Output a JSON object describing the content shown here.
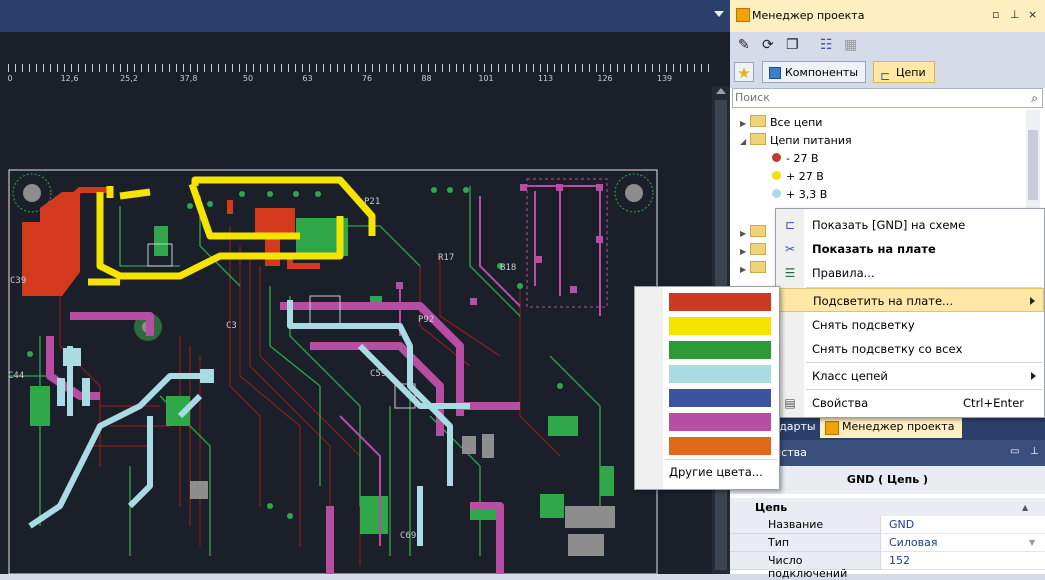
{
  "ruler": {
    "labels": [
      "0",
      "12,6",
      "25,2",
      "37,8",
      "50",
      "63",
      "76",
      "88",
      "101",
      "113",
      "126",
      "139"
    ]
  },
  "board_labels": [
    "С39",
    "С44",
    "Р21",
    "R17",
    "В18",
    "Р92",
    "С69",
    "С59",
    "С3"
  ],
  "panel": {
    "title": "Менеджер проекта",
    "window_buttons": [
      "▫",
      "⊥",
      "×"
    ],
    "toolbar_icons": [
      "pencil-icon",
      "refresh-icon",
      "copy-icon",
      "tree-icon",
      "grid-icon"
    ],
    "tabs": {
      "favorites_icon": "★",
      "components": "Компоненты",
      "nets": "Цепи"
    },
    "search_placeholder": "Поиск",
    "tree": [
      {
        "label": "Все цепи",
        "kind": "folder",
        "expanded": false
      },
      {
        "label": "Цепи питания",
        "kind": "folder",
        "expanded": true
      },
      {
        "label": "- 27 В",
        "kind": "net",
        "color": "#c0392b"
      },
      {
        "label": "+ 27 В",
        "kind": "net",
        "color": "#f1e300"
      },
      {
        "label": "+ 3,3 В",
        "kind": "net",
        "color": "#a9dbe4"
      }
    ],
    "bottom_tabs": {
      "left_partial": "ндарты",
      "active": "Менеджер проекта"
    },
    "props": {
      "header_partial": "йства",
      "title": "GND ( Цепь )",
      "category": "Цепь",
      "rows": [
        {
          "key": "Название",
          "value": "GND"
        },
        {
          "key": "Тип",
          "value": "Силовая"
        },
        {
          "key": "Число подключений",
          "value": "152"
        }
      ]
    }
  },
  "context_menu": {
    "items": [
      {
        "label": "Показать [GND] на схеме",
        "icon": "schematic-icon"
      },
      {
        "label": "Показать на плате",
        "icon": "board-icon",
        "bold": true
      },
      {
        "label": "Правила...",
        "icon": "rules-icon"
      },
      {
        "label": "Подсветить на плате...",
        "submenu": true,
        "highlighted": true
      },
      {
        "label": "Снять подсветку"
      },
      {
        "label": "Снять подсветку со всех"
      },
      {
        "label": "Класс цепей",
        "submenu": true
      },
      {
        "label": "Свойства",
        "shortcut": "Ctrl+Enter",
        "icon": "properties-icon"
      }
    ]
  },
  "color_submenu": {
    "colors": [
      "#cc3a22",
      "#f5e400",
      "#2e9a35",
      "#a9dbe4",
      "#3d55a0",
      "#b84ea4",
      "#dd6a1a"
    ],
    "other": "Другие цвета..."
  }
}
